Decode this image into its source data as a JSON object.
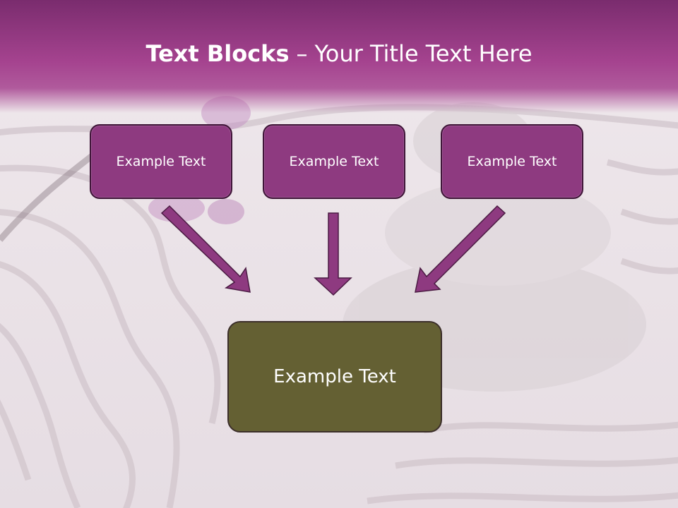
{
  "slide": {
    "title_bold": "Text Blocks",
    "title_dash": "–",
    "title_rest": "Your Title Text Here"
  },
  "boxes": [
    {
      "label": "Example Text"
    },
    {
      "label": "Example Text"
    },
    {
      "label": "Example Text"
    },
    {
      "label": "Example Text"
    }
  ],
  "colors": {
    "title_bar": "#a5438f",
    "top_box_fill": "#8e3a80",
    "bottom_box_fill": "#646033",
    "arrow": "#8e3a80"
  }
}
